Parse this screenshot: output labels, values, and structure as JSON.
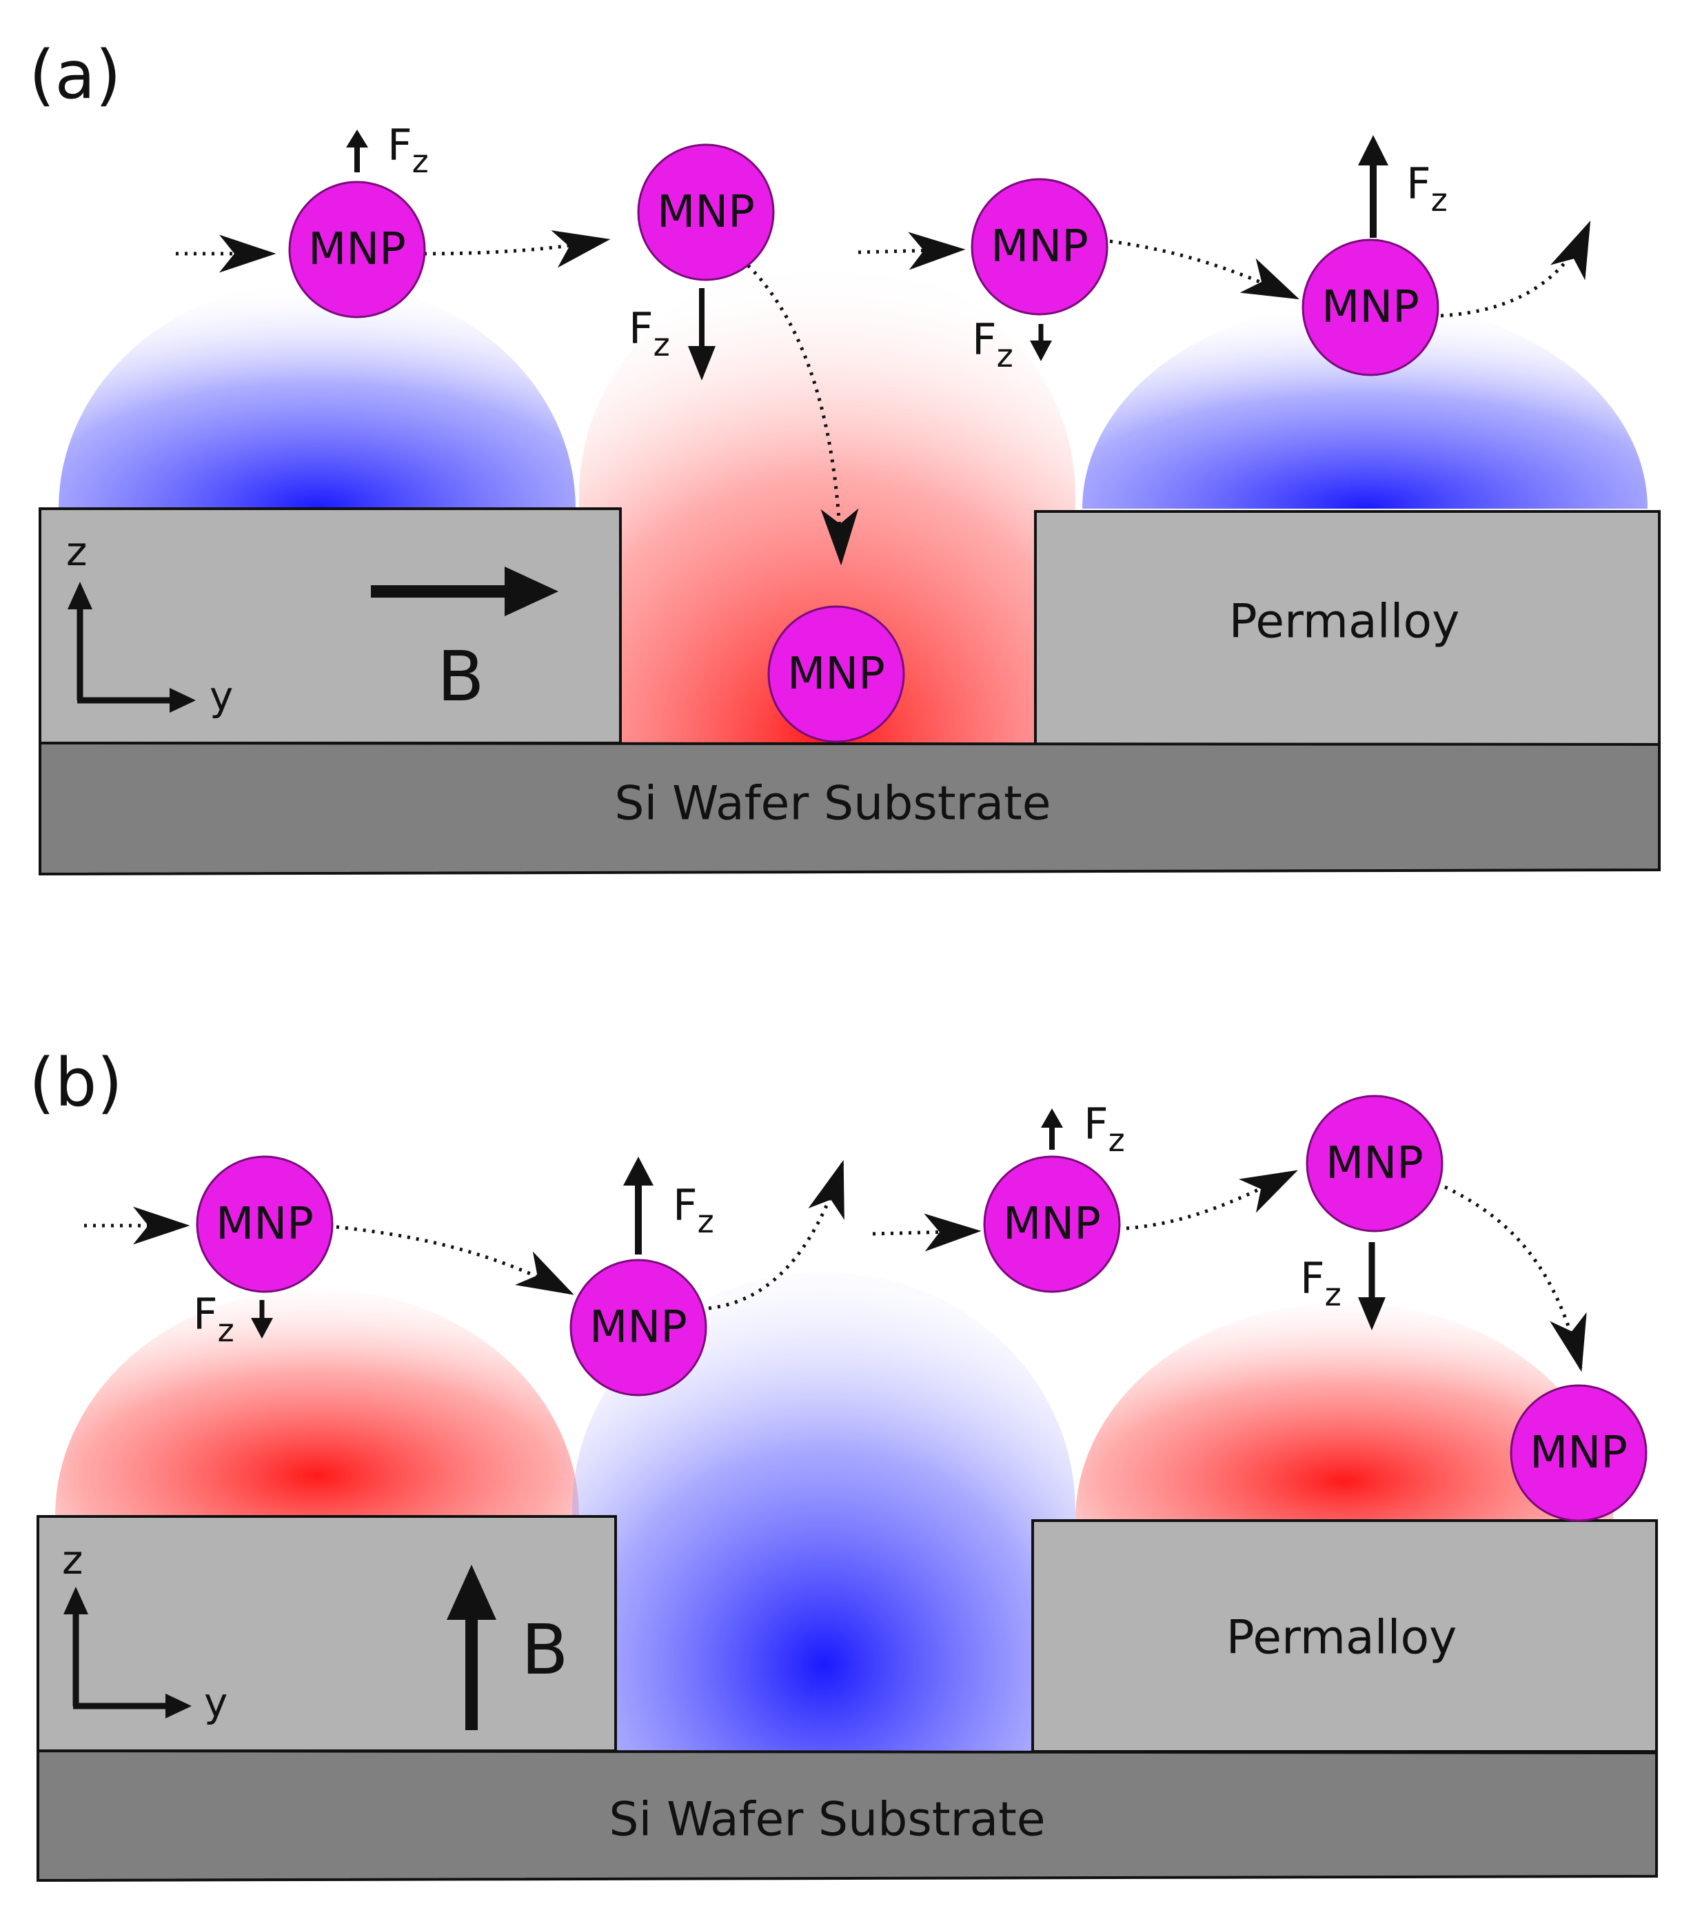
{
  "colors": {
    "mnp_fill": "#e81ee8",
    "mnp_stroke": "#7a0a7a",
    "permalloy": "#b3b3b3",
    "substrate": "#808080",
    "field_red": "#ff1a1a",
    "field_blue": "#1a1aff",
    "arrow": "#111111"
  },
  "icons": [
    "force-arrow-up-icon",
    "force-arrow-down-icon",
    "trajectory-arrowhead-icon",
    "field-vector-arrow-icon",
    "axis-arrow-icon"
  ],
  "labels": {
    "mnp": "MNP",
    "force_main": "F",
    "force_sub": "z",
    "axis_z": "z",
    "axis_y": "y",
    "field": "B",
    "permalloy": "Permalloy",
    "substrate": "Si Wafer Substrate"
  },
  "panels": [
    {
      "id": "a",
      "label": "(a)",
      "field_direction": "y",
      "field_colors": [
        "blue",
        "red",
        "blue"
      ]
    },
    {
      "id": "b",
      "label": "(b)",
      "field_direction": "z",
      "field_colors": [
        "red",
        "blue",
        "red"
      ]
    }
  ]
}
